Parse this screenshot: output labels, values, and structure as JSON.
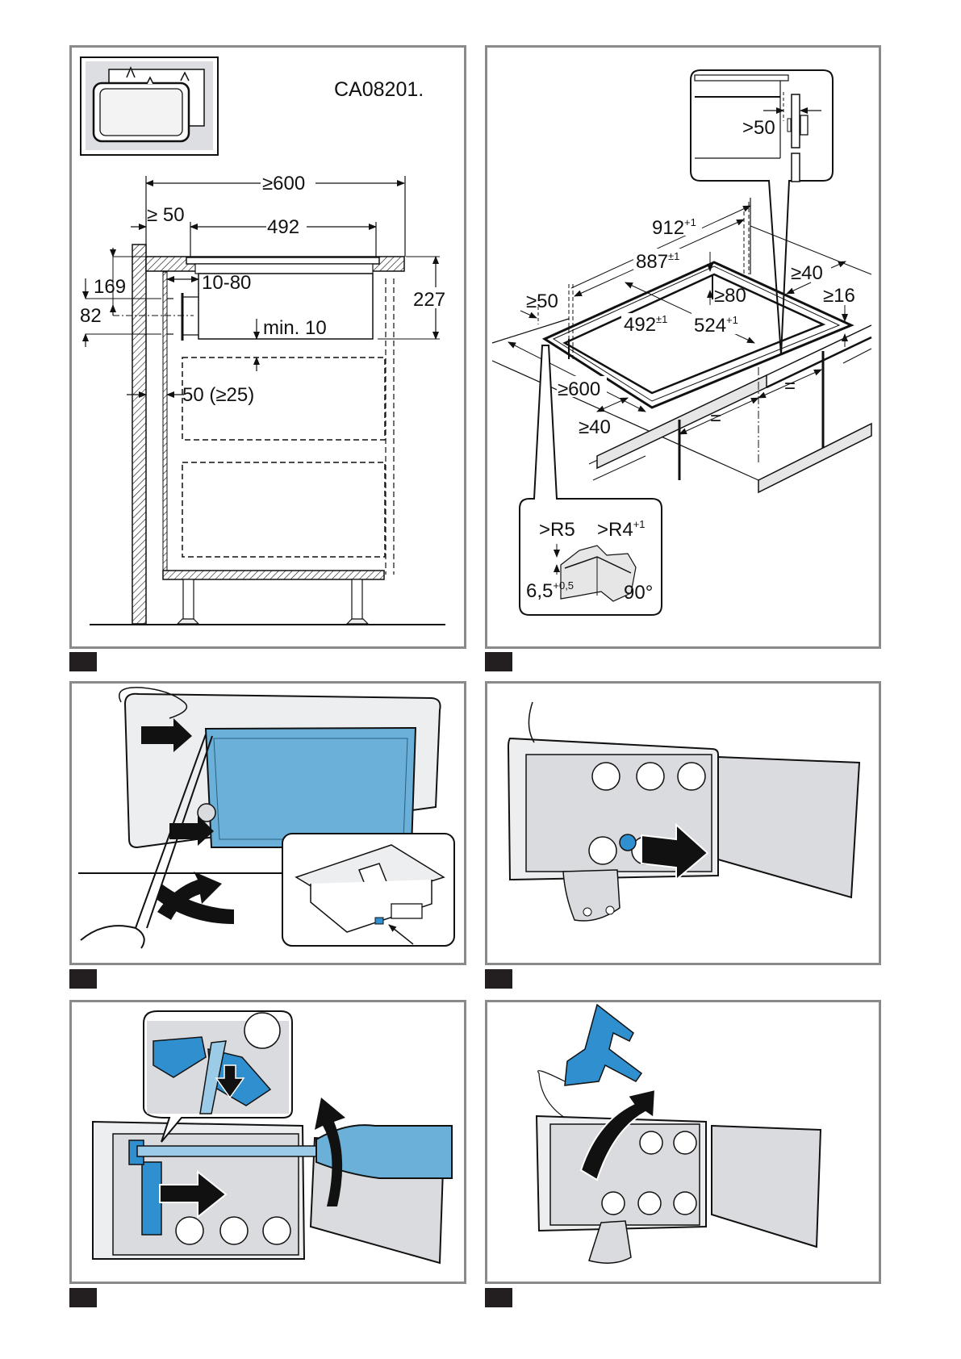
{
  "page": {
    "panels": [
      {
        "id": "fig1",
        "accessory_code": "CA08201.",
        "dimensions": {
          "min_total_depth": "≥600",
          "min_wall_gap": "≥ 50",
          "unit_depth": "492",
          "height_169": "169",
          "height_82": "82",
          "range_10_80": "10-80",
          "height_227": "227",
          "min_10": "min. 10",
          "rear_gap": "50 (≥25)"
        }
      },
      {
        "id": "fig2",
        "dimensions": {
          "detail_gap": ">50",
          "cutout_912": "912",
          "cutout_912_tol": "+1",
          "cutout_887": "887",
          "cutout_887_tol": "±1",
          "min_40_back": "≥40",
          "min_80": "≥80",
          "min_16": "≥16",
          "min_50_left": "≥50",
          "cutout_492": "492",
          "cutout_492_tol": "±1",
          "cutout_524": "524",
          "cutout_524_tol": "+1",
          "min_600": "≥600",
          "min_40_front": "≥40",
          "equal_1": "=",
          "equal_2": "="
        },
        "detail": {
          "radius_outer": ">R5",
          "radius_inner": ">R4",
          "radius_inner_tol": "+1",
          "depth": "6,5",
          "depth_tol": "+0,5",
          "angle": "90°"
        }
      },
      {
        "id": "fig3"
      },
      {
        "id": "fig4"
      },
      {
        "id": "fig5"
      },
      {
        "id": "fig6"
      }
    ],
    "colors": {
      "accent_blue": "#6aaed6",
      "accent_blue_dark": "#2f8fcf",
      "panel_border": "#8a8a8a",
      "part_grey": "#d9dbde",
      "number_box": "#231f20"
    }
  }
}
